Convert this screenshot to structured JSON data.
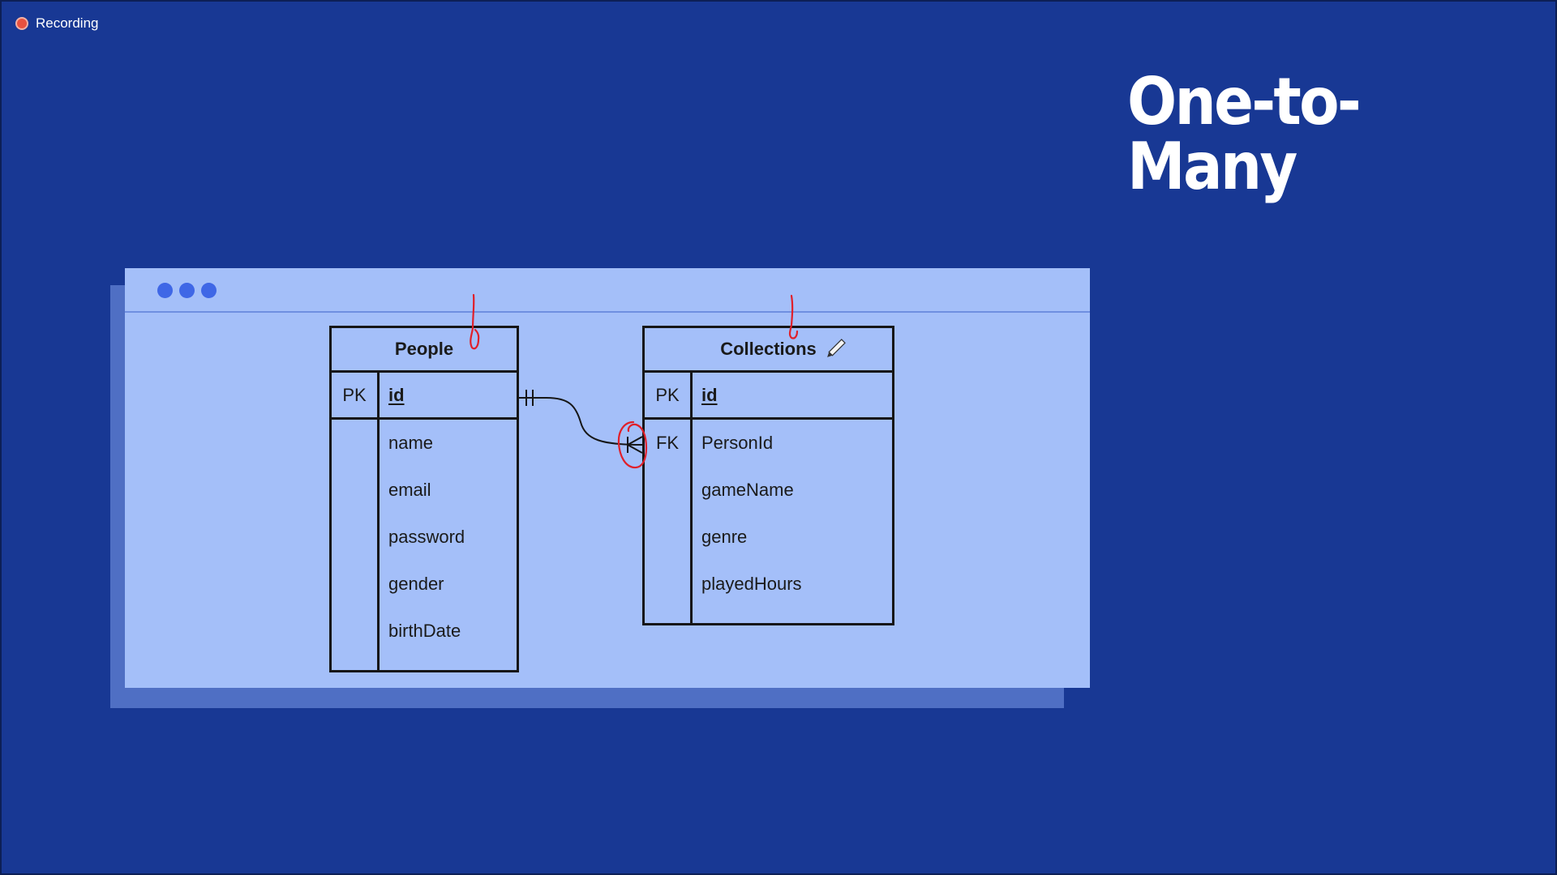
{
  "recording": {
    "label": "Recording"
  },
  "slide": {
    "title": "One-to-Many"
  },
  "tables": [
    {
      "name": "People",
      "primary": {
        "key": "PK",
        "name": "id"
      },
      "fields": [
        {
          "key": "",
          "name": "name"
        },
        {
          "key": "",
          "name": "email"
        },
        {
          "key": "",
          "name": "password"
        },
        {
          "key": "",
          "name": "gender"
        },
        {
          "key": "",
          "name": "birthDate"
        }
      ]
    },
    {
      "name": "Collections",
      "primary": {
        "key": "PK",
        "name": "id"
      },
      "fields": [
        {
          "key": "FK",
          "name": "PersonId"
        },
        {
          "key": "",
          "name": "gameName"
        },
        {
          "key": "",
          "name": "genre"
        },
        {
          "key": "",
          "name": "playedHours"
        }
      ]
    }
  ],
  "relationship": {
    "from": "People.id",
    "to": "Collections.PersonId",
    "from_cardinality": "one-and-only-one",
    "to_cardinality": "one-or-many"
  },
  "colors": {
    "background": "#183894",
    "window": "#a4bff9",
    "window_dots": "#3f67e6",
    "annotation": "#e0202a",
    "recording_dot": "#e8513f"
  },
  "icons": {
    "recording": "record-dot-icon",
    "pencil": "pencil-icon"
  }
}
